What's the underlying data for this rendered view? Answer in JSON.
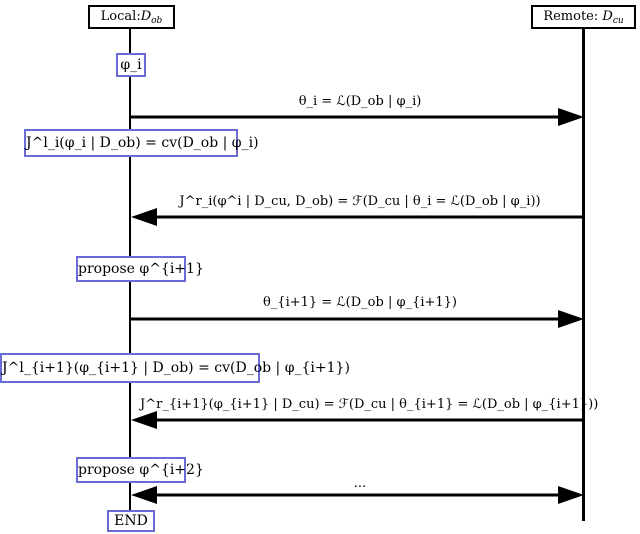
{
  "participants": {
    "local": {
      "label": "Local:",
      "var": "D",
      "sub": "ob"
    },
    "remote": {
      "label": "Remote: ",
      "var": "D",
      "sub": "cu"
    }
  },
  "steps": [
    {
      "type": "box",
      "text": "φ_i"
    },
    {
      "type": "msg",
      "dir": "to-remote",
      "text": "θ_i = ℒ(D_ob | φ_i)"
    },
    {
      "type": "box",
      "text": "J^l_i(φ_i | D_ob) = cv(D_ob | φ_i)"
    },
    {
      "type": "msg",
      "dir": "to-local",
      "text": "J^r_i(φ^i | D_cu, D_ob) = ℱ(D_cu | θ_i = ℒ(D_ob | φ_i))"
    },
    {
      "type": "box",
      "text": "propose φ^{i+1}"
    },
    {
      "type": "msg",
      "dir": "to-remote",
      "text": "θ_{i+1} = ℒ(D_ob | φ_{i+1})"
    },
    {
      "type": "box",
      "text": "J^l_{i+1}(φ_{i+1} | D_ob) = cv(D_ob | φ_{i+1})"
    },
    {
      "type": "msg",
      "dir": "to-local",
      "text": "J^r_{i+1}(φ_{i+1} | D_cu) = ℱ(D_cu | θ_{i+1} = ℒ(D_ob | φ_{i+1}))"
    },
    {
      "type": "box",
      "text": "propose φ^{i+2}"
    },
    {
      "type": "msg",
      "dir": "both",
      "text": "..."
    },
    {
      "type": "box",
      "text": "END"
    }
  ]
}
